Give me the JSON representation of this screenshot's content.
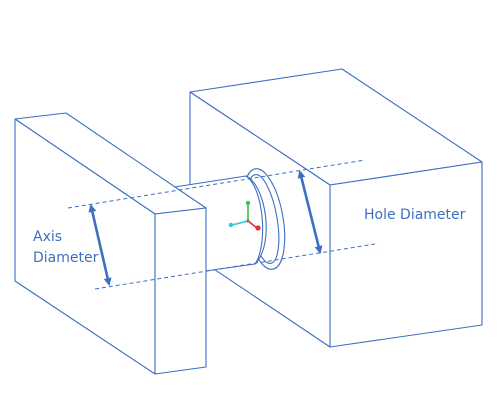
{
  "labels": {
    "axis_line1": "Axis",
    "axis_line2": "Diameter",
    "hole": "Hole Diameter"
  },
  "colors": {
    "stroke": "#3d6fc2",
    "label": "#3d6fc2",
    "axis_x": "#e0303a",
    "axis_y": "#3fbf3f",
    "axis_z": "#2ec6d6"
  },
  "icons": {
    "triad": "xyz-axis-triad-icon"
  }
}
